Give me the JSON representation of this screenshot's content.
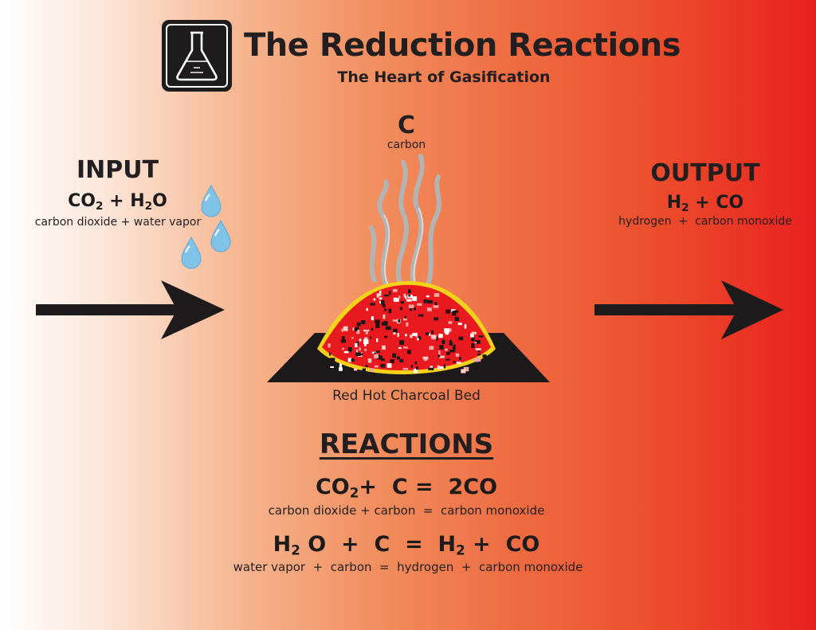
{
  "header": {
    "title": "The Reduction Reactions",
    "subtitle": "The Heart of Gasification",
    "icon": "flask-icon"
  },
  "center": {
    "symbol": "C",
    "name": "carbon",
    "bed_label": "Red Hot Charcoal Bed"
  },
  "input": {
    "heading": "INPUT",
    "formula": {
      "a": "CO",
      "a_sub": "2",
      "plus": "+",
      "b": "H",
      "b_sub": "2",
      "b_tail": "O"
    },
    "description": "carbon dioxide + water vapor"
  },
  "output": {
    "heading": "OUTPUT",
    "formula": {
      "a": "H",
      "a_sub": "2",
      "plus": "+",
      "b": "CO"
    },
    "description": "hydrogen  +  carbon monoxide"
  },
  "reactions": {
    "heading": "REACTIONS",
    "items": [
      {
        "f1": "CO",
        "f1_sub": "2",
        "f2": "+  C =  2CO",
        "description": "carbon dioxide + carbon  =  carbon monoxide"
      },
      {
        "f1": "H",
        "f1_sub": "2",
        "f2": "O  +  C  =  H",
        "f2_sub": "2",
        "f3": "+  CO",
        "description": "water vapor  +  carbon  =  hydrogen  +  carbon monoxide"
      }
    ]
  },
  "colors": {
    "gradient_left": "#ffffff",
    "gradient_right": "#e8201f",
    "text": "#231f20",
    "water_drop": "#7fc3e8",
    "ember": "#e8191f",
    "smoke": "#b3b3b3"
  }
}
